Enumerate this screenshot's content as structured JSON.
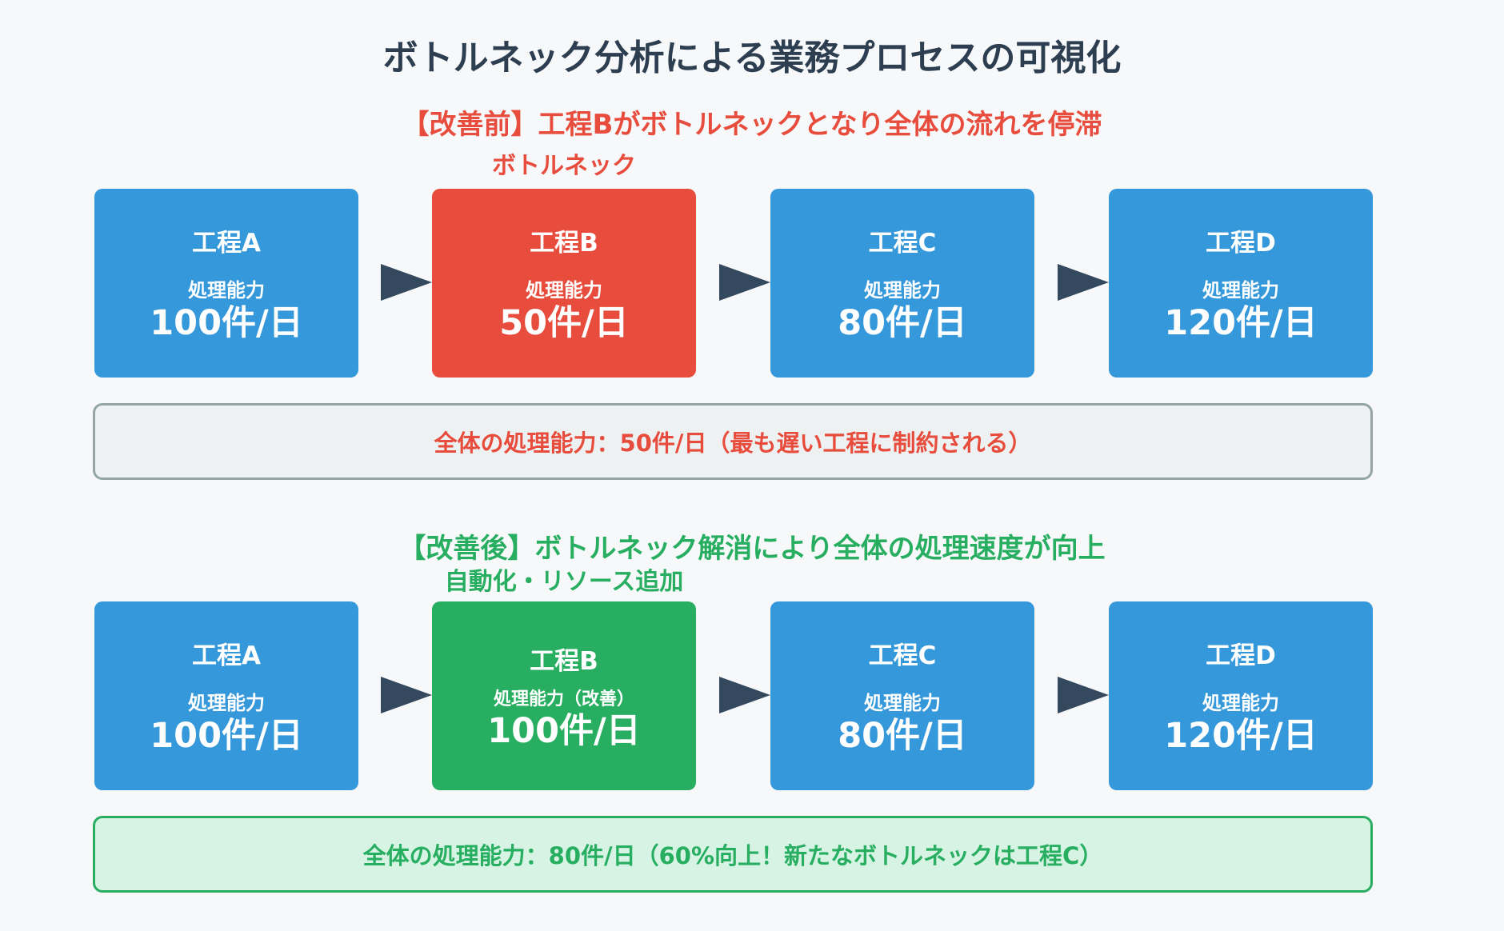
{
  "title": "ボトルネック分析による業務プロセスの可視化",
  "before": {
    "heading": "【改善前】工程Bがボトルネックとなり全体の流れを停滞",
    "tag": "ボトルネック",
    "processes": [
      {
        "name": "工程A",
        "cap_label": "処理能力",
        "capacity": "100件/日"
      },
      {
        "name": "工程B",
        "cap_label": "処理能力",
        "capacity": "50件/日"
      },
      {
        "name": "工程C",
        "cap_label": "処理能力",
        "capacity": "80件/日"
      },
      {
        "name": "工程D",
        "cap_label": "処理能力",
        "capacity": "120件/日"
      }
    ],
    "summary": "全体の処理能力：50件/日（最も遅い工程に制約される）"
  },
  "after": {
    "heading": "【改善後】ボトルネック解消により全体の処理速度が向上",
    "tag": "自動化・リソース追加",
    "processes": [
      {
        "name": "工程A",
        "cap_label": "処理能力",
        "capacity": "100件/日"
      },
      {
        "name": "工程B",
        "cap_label": "処理能力（改善）",
        "capacity": "100件/日"
      },
      {
        "name": "工程C",
        "cap_label": "処理能力",
        "capacity": "80件/日"
      },
      {
        "name": "工程D",
        "cap_label": "処理能力",
        "capacity": "120件/日"
      }
    ],
    "summary": "全体の処理能力：80件/日（60%向上！新たなボトルネックは工程C）"
  },
  "colors": {
    "process": "#3598db",
    "bottleneck": "#e74c3c",
    "improved": "#27ae60",
    "arrow": "#34495e",
    "title": "#2c3e50"
  }
}
